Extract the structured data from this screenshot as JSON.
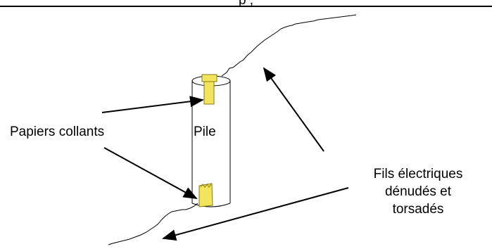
{
  "diagram": {
    "top_caption_fragment": "p       ,",
    "labels": {
      "tape": "Papiers collants",
      "battery": "Pile",
      "wires_line1": "Fils électriques",
      "wires_line2": "dénudés et",
      "wires_line3": "torsadés"
    },
    "colors": {
      "stroke": "#000000",
      "tape": "#f2e45c",
      "tape_stroke": "#8a7a10",
      "background": "#ffffff"
    }
  }
}
